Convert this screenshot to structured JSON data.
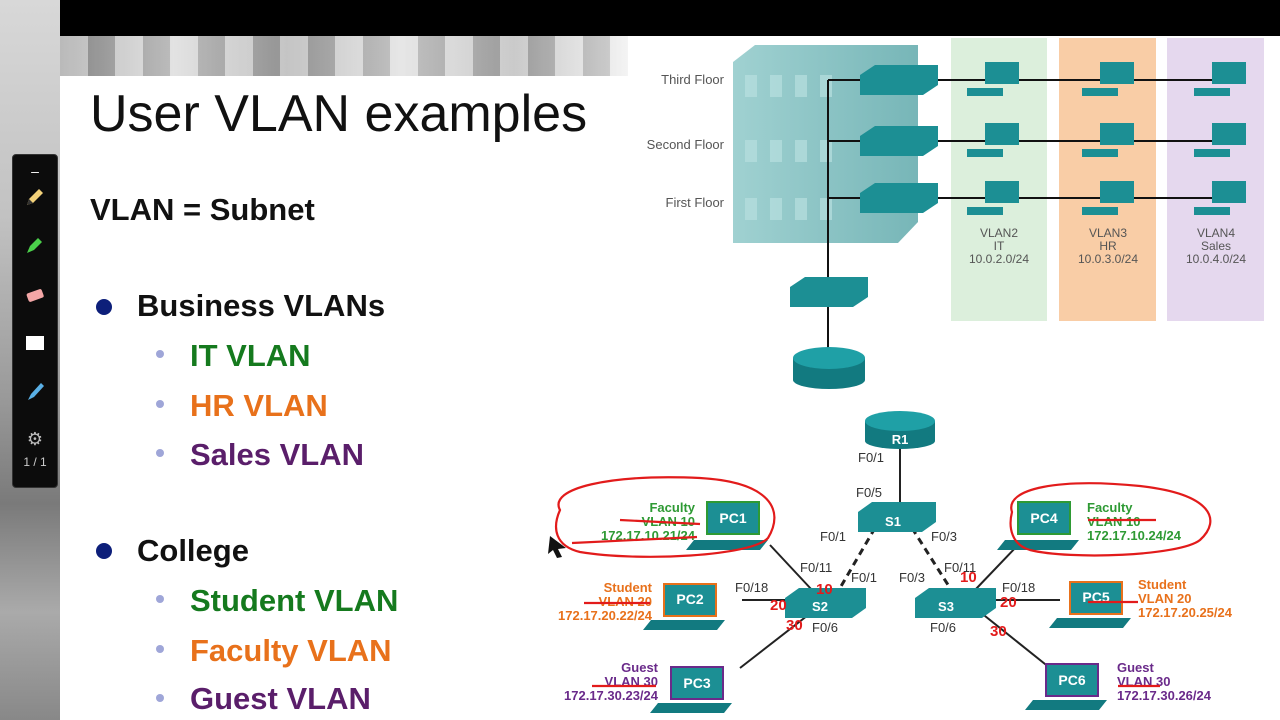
{
  "slide": {
    "title": "User VLAN examples",
    "subtitle": "VLAN = Subnet",
    "groups": [
      {
        "label": "Business VLANs",
        "items": [
          {
            "label": "IT VLAN",
            "color": "#157a1e"
          },
          {
            "label": "HR VLAN",
            "color": "#e8711b"
          },
          {
            "label": "Sales VLAN",
            "color": "#5a1e6a"
          }
        ]
      },
      {
        "label": "College",
        "items": [
          {
            "label": "Student VLAN",
            "color": "#157a1e"
          },
          {
            "label": "Faculty VLAN",
            "color": "#e8711b"
          },
          {
            "label": "Guest VLAN",
            "color": "#5a1e6a"
          }
        ]
      }
    ]
  },
  "toolbar": {
    "page_count": "1 / 1"
  },
  "building": {
    "floors": [
      "Third Floor",
      "Second Floor",
      "First Floor"
    ],
    "vlans": [
      {
        "name": "VLAN2",
        "dept": "IT",
        "subnet": "10.0.2.0/24",
        "color": "#dcefdc"
      },
      {
        "name": "VLAN3",
        "dept": "HR",
        "subnet": "10.0.3.0/24",
        "color": "#f9cda6"
      },
      {
        "name": "VLAN4",
        "dept": "Sales",
        "subnet": "10.0.4.0/24",
        "color": "#e5d8ee"
      }
    ]
  },
  "topology": {
    "router": "R1",
    "switches": [
      "S1",
      "S2",
      "S3"
    ],
    "ports": {
      "r1_down": "F0/1",
      "s1_up": "F0/5",
      "s1_left": "F0/1",
      "s1_right": "F0/3",
      "s2_up": "F0/11",
      "s2_s1": "F0/1",
      "s2_pc2": "F0/18",
      "s2_pc3": "F0/6",
      "s3_up": "F0/11",
      "s3_s1": "F0/3",
      "s3_pc5": "F0/18",
      "s3_pc6": "F0/6"
    },
    "pcs": [
      {
        "id": "PC1",
        "role": "Faculty",
        "vlan": "VLAN 10",
        "ip": "172.17.10.21/24",
        "color": "#2e9a34"
      },
      {
        "id": "PC2",
        "role": "Student",
        "vlan": "VLAN 20",
        "ip": "172.17.20.22/24",
        "color": "#e8711b"
      },
      {
        "id": "PC3",
        "role": "Guest",
        "vlan": "VLAN 30",
        "ip": "172.17.30.23/24",
        "color": "#6a2a8a"
      },
      {
        "id": "PC4",
        "role": "Faculty",
        "vlan": "VLAN 10",
        "ip": "172.17.10.24/24",
        "color": "#2e9a34"
      },
      {
        "id": "PC5",
        "role": "Student",
        "vlan": "VLAN 20",
        "ip": "172.17.20.25/24",
        "color": "#e8711b"
      },
      {
        "id": "PC6",
        "role": "Guest",
        "vlan": "VLAN 30",
        "ip": "172.17.30.26/24",
        "color": "#6a2a8a"
      }
    ],
    "annotations": [
      "10",
      "20",
      "30",
      "10",
      "20",
      "30"
    ]
  },
  "colors": {
    "accent_red": "#e21b1b",
    "device_teal": "#1c8f94",
    "bullet_navy": "#0d1f7a"
  }
}
